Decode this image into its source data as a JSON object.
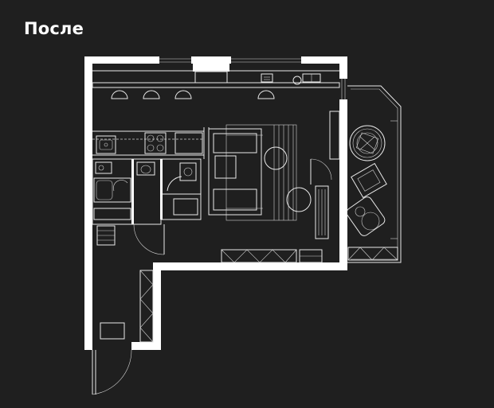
{
  "header": {
    "title": "После"
  },
  "colors": {
    "background": "#1f1f1f",
    "lines": "#ffffff"
  },
  "plan": {
    "rooms": [
      "kitchen",
      "living-room",
      "bathroom",
      "hallway",
      "balcony"
    ],
    "furniture_icons": [
      "sofa-icon",
      "round-table-icon",
      "armchair-icon",
      "bar-stool-icon",
      "stove-icon",
      "sink-icon",
      "toilet-icon",
      "washing-machine-icon",
      "bathtub-icon",
      "bookshelf-icon"
    ]
  }
}
